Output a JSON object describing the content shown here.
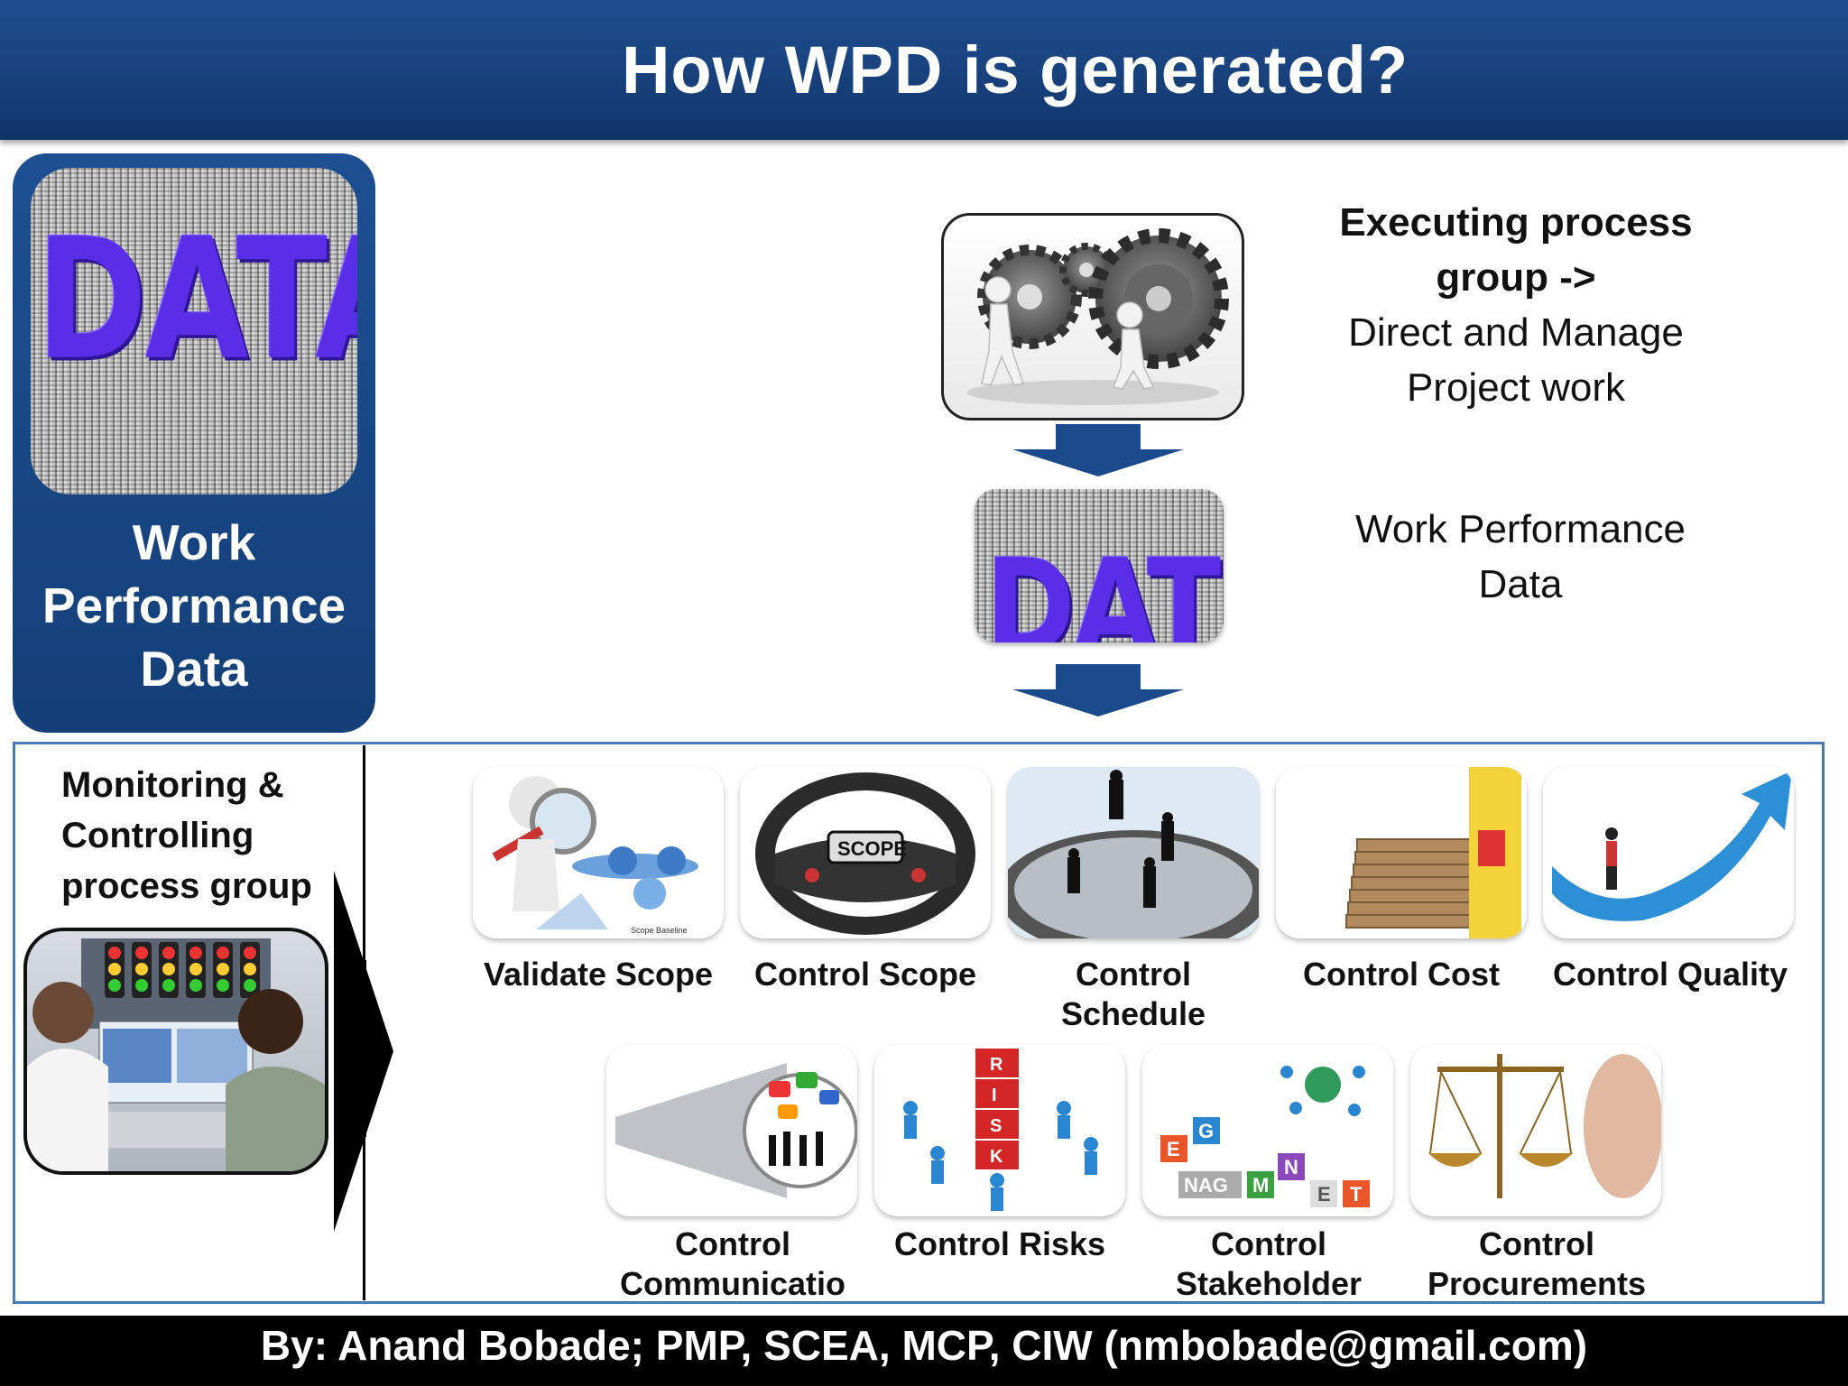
{
  "title": "How WPD is generated?",
  "left_panel": {
    "image_text": "DATA",
    "label_lines": [
      "Work",
      "Performance",
      "Data"
    ]
  },
  "executing": {
    "heading_lines": [
      "Executing process",
      "group ->"
    ],
    "process_lines": [
      "Direct and Manage",
      "Project work"
    ]
  },
  "middle_image_text": "DAT",
  "wpd_lines": [
    "Work Performance",
    "Data"
  ],
  "monitoring": {
    "title_lines": [
      "Monitoring &",
      "Controlling",
      "process group"
    ]
  },
  "processes": [
    {
      "line1": "Validate Scope",
      "line2": ""
    },
    {
      "line1": "Control Scope",
      "line2": ""
    },
    {
      "line1": "Control",
      "line2": "Schedule"
    },
    {
      "line1": "Control Cost",
      "line2": ""
    },
    {
      "line1": "Control Quality",
      "line2": ""
    },
    {
      "line1": "Control",
      "line2": "Communicatio"
    },
    {
      "line1": "Control Risks",
      "line2": ""
    },
    {
      "line1": "Control",
      "line2": "Stakeholder"
    },
    {
      "line1": "Control",
      "line2": "Procurements"
    }
  ],
  "card_texts": {
    "scope_baseline": "Scope Baseline",
    "scope_wheel": "SCOPE",
    "risk_letters": [
      "R",
      "I",
      "S",
      "K"
    ],
    "stakeholder_letters": [
      "E",
      "G",
      "N",
      "NAG",
      "M",
      "E",
      "T"
    ]
  },
  "footer": "By: Anand Bobade; PMP, SCEA, MCP, CIW (nmbobade@gmail.com)",
  "colors": {
    "title_bar": "#17407a",
    "panel": "#1d4f92",
    "box_border": "#4a78b4",
    "data_letters": "#5a2ee6",
    "arrow": "#1a4a8c"
  }
}
